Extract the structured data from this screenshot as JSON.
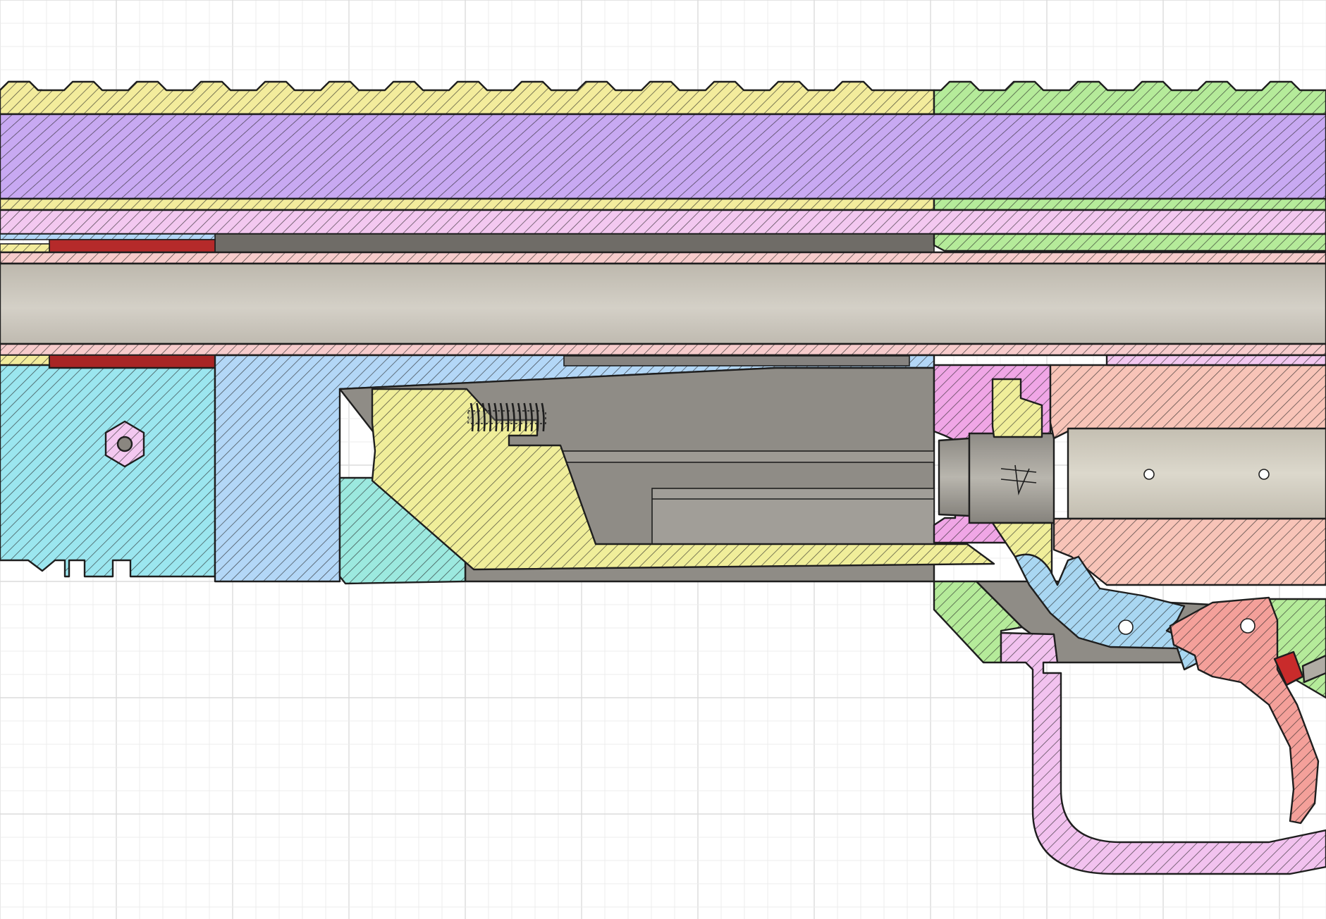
{
  "canvas": {
    "background": "#ffffff",
    "grid_minor_color": "#ececec",
    "grid_major_color": "#dcdcdc"
  },
  "view": {
    "type": "section-view",
    "hatching": "diagonal"
  },
  "part_colors": {
    "rail_yellow": "#f3ec9c",
    "rail_green": "#b5eb9a",
    "barrel_shroud_purple": "#c8a9f2",
    "liner_pink": "#f3c8f0",
    "inner_tube_salmon": "#f7cccc",
    "barrel_bore_gray": "#cfcac0",
    "bolt_cyan": "#9be6ef",
    "receiver_blue": "#b3d7f7",
    "bolt_head_teal": "#9ce9df",
    "carrier_yellow": "#f0ee9a",
    "cavity_gray": "#8d8a84",
    "chamber_magenta": "#f0a6e6",
    "cylinder_peach": "#f8c4b8",
    "trigger_red": "#f4a09a",
    "guard_pink": "#f2c2ef",
    "sear_blue": "#a9d7f2",
    "accent_red": "#b52a2a"
  },
  "components": [
    {
      "name": "top-rail-front",
      "color_key": "rail_yellow"
    },
    {
      "name": "top-rail-rear",
      "color_key": "rail_green"
    },
    {
      "name": "barrel-shroud",
      "color_key": "barrel_shroud_purple"
    },
    {
      "name": "liner",
      "color_key": "liner_pink"
    },
    {
      "name": "inner-tube",
      "color_key": "inner_tube_salmon"
    },
    {
      "name": "barrel-bore",
      "color_key": "barrel_bore_gray"
    },
    {
      "name": "front-block",
      "color_key": "bolt_cyan"
    },
    {
      "name": "receiver-block",
      "color_key": "receiver_blue"
    },
    {
      "name": "bolt-head",
      "color_key": "bolt_head_teal"
    },
    {
      "name": "bolt-carrier",
      "color_key": "carrier_yellow"
    },
    {
      "name": "chamber-housing",
      "color_key": "chamber_magenta"
    },
    {
      "name": "cylinder",
      "color_key": "cylinder_peach"
    },
    {
      "name": "trigger-guard",
      "color_key": "guard_pink"
    },
    {
      "name": "sear",
      "color_key": "sear_blue"
    },
    {
      "name": "trigger",
      "color_key": "trigger_red"
    }
  ]
}
